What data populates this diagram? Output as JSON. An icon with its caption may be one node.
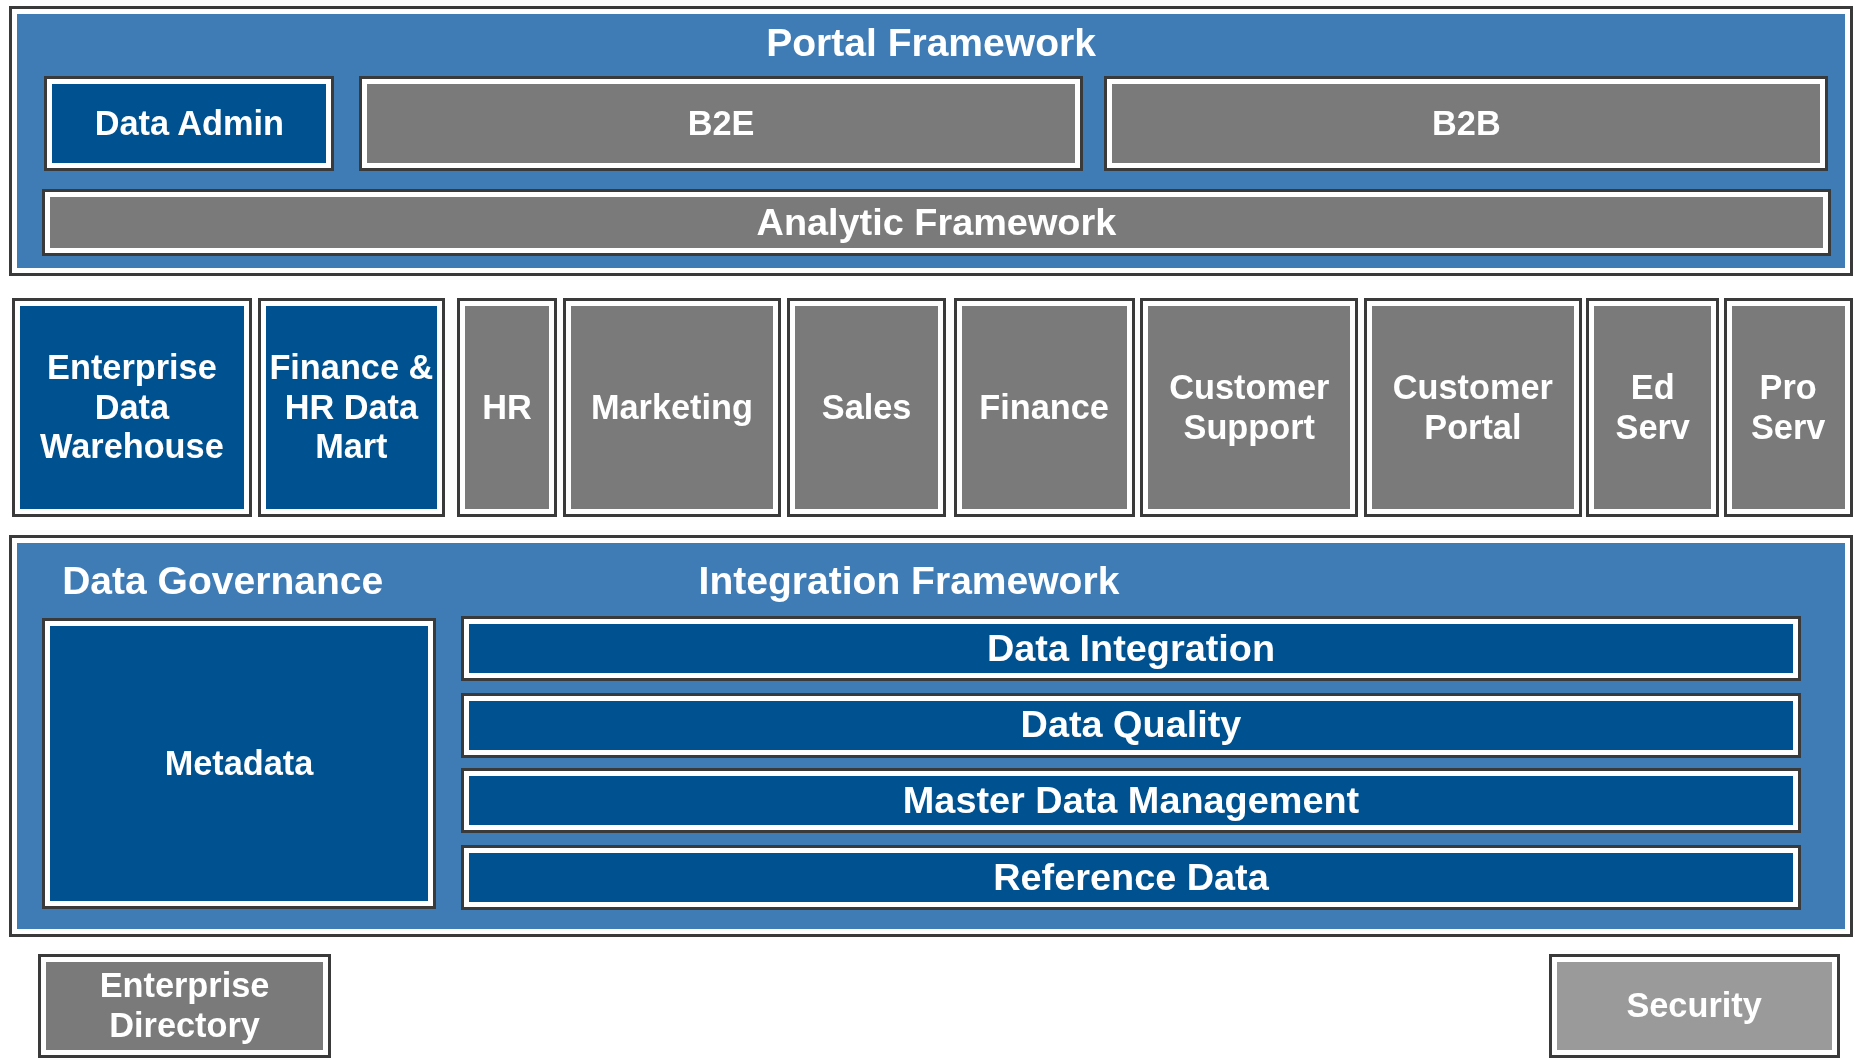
{
  "diagram": {
    "nodes": [
      {
        "text": [
          "Portal Framework"
        ]
      },
      {
        "text": [
          "Data Admin"
        ],
        "in": 0
      },
      {
        "text": [
          "B2E"
        ],
        "in": 0
      },
      {
        "text": [
          "B2B"
        ],
        "in": 0
      },
      {
        "text": [
          "Analytic Framework"
        ],
        "in": 0
      },
      {
        "text": [
          "Enterprise Data Warehouse"
        ]
      },
      {
        "text": [
          "Finance & HR Data Mart"
        ]
      },
      {
        "text": [
          "HR"
        ]
      },
      {
        "text": [
          "Marketing"
        ]
      },
      {
        "text": [
          "Sales"
        ]
      },
      {
        "text": [
          "Finance"
        ]
      },
      {
        "text": [
          "Customer Support"
        ]
      },
      {
        "text": [
          "Customer Portal"
        ]
      },
      {
        "text": [
          "Ed Serv"
        ]
      },
      {
        "text": [
          "Pro Serv"
        ]
      },
      {
        "text": [
          "Data Governance",
          "Integration Framework"
        ]
      },
      {
        "text": [
          "Metadata"
        ],
        "in": 15
      },
      {
        "text": [
          "Data Integration"
        ],
        "in": 15
      },
      {
        "text": [
          "Data Quality"
        ],
        "in": 15
      },
      {
        "text": [
          "Master Data Management"
        ],
        "in": 15
      },
      {
        "text": [
          "Reference Data"
        ],
        "in": 15
      },
      {
        "text": [
          "Enterprise Directory"
        ]
      },
      {
        "text": [
          "Security"
        ]
      }
    ]
  }
}
